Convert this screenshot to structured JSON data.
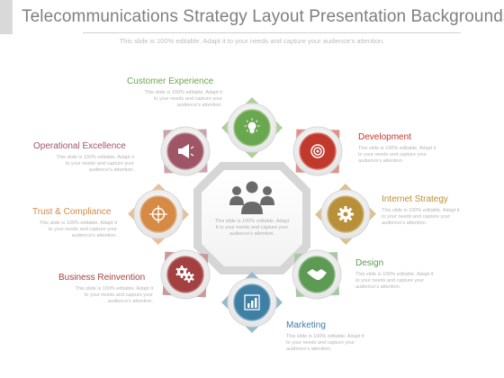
{
  "title": "Telecommunications Strategy Layout Presentation Backgrounds",
  "subtitle": "This slide is 100% editable. Adapt it to your needs and capture your audience's attention.",
  "center_text": "This slide is 100% editable. Adapt it to your needs and capture your audience's attention.",
  "items": [
    {
      "label": "Customer Experience",
      "desc": "This slide is 100% editable. Adapt it to your needs and capture your audience's attention.",
      "color": "#6aa84f",
      "icon": "lightbulb-icon"
    },
    {
      "label": "Development",
      "desc": "This slide is 100% editable. Adapt it to your needs and capture your audience's attention.",
      "color": "#c0392b",
      "icon": "target-icon"
    },
    {
      "label": "Internet Strategy",
      "desc": "This slide is 100% editable. Adapt it to your needs and capture your audience's attention.",
      "color": "#b8903a",
      "icon": "gear-icon"
    },
    {
      "label": "Design",
      "desc": "This slide is 100% editable. Adapt it to your needs and capture your audience's attention.",
      "color": "#5d9b55",
      "icon": "handshake-icon"
    },
    {
      "label": "Marketing",
      "desc": "This slide is 100% editable. Adapt it to your needs and capture your audience's attention.",
      "color": "#3f7fa4",
      "icon": "growth-chart-icon"
    },
    {
      "label": "Business Reinvention",
      "desc": "This slide is 100% editable. Adapt it to your needs and capture your audience's attention.",
      "color": "#a34142",
      "icon": "gears-icon"
    },
    {
      "label": "Trust & Compliance",
      "desc": "This slide is 100% editable. Adapt it to your needs and capture your audience's attention.",
      "color": "#d58a45",
      "icon": "crosshair-icon"
    },
    {
      "label": "Operational Excellence",
      "desc": "This slide is 100% editable. Adapt it to your needs and capture your audience's attention.",
      "color": "#9e5566",
      "icon": "megaphone-icon"
    }
  ],
  "center_icon": "team-icon"
}
